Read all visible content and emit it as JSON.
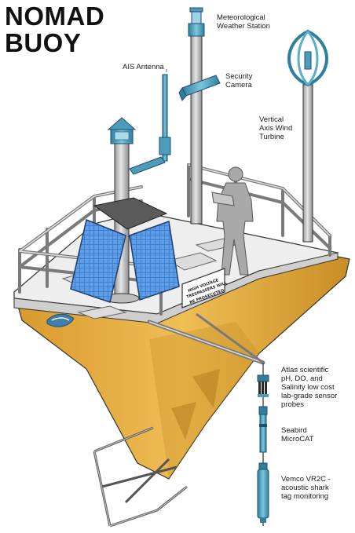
{
  "title": {
    "line1": "NOMAD",
    "line2": "BUOY"
  },
  "labels": {
    "met_station": [
      "Meteorological",
      "Weather Station"
    ],
    "ais_antenna": [
      "AIS Antenna"
    ],
    "security_camera": [
      "Security",
      "Camera"
    ],
    "wind_turbine": [
      "Vertical",
      "Axis Wind",
      "Turbine"
    ],
    "atlas_probes": [
      "Atlas scientific",
      "pH, DO, and",
      "Salinity low cost",
      "lab-grade sensor",
      "probes"
    ],
    "seabird": [
      "Seabird",
      "MicroCAT"
    ],
    "vemco": [
      "Vemco VR2C -",
      "acoustic shark",
      "tag monitoring"
    ]
  },
  "warning_sign": [
    "HIGH VOLTAGE",
    "TRESPASSERS WILL",
    "BE PROSECUTED"
  ],
  "colors": {
    "hull": "#e8b347",
    "hull_shade": "#c98e25",
    "deck": "#eeeeee",
    "metal": "#cfcfcf",
    "instrument": "#5aaec8",
    "instrument_dark": "#2f7e9c",
    "solar": "#3f7fd0",
    "person": "#a9a9a9",
    "outline": "#333333"
  }
}
